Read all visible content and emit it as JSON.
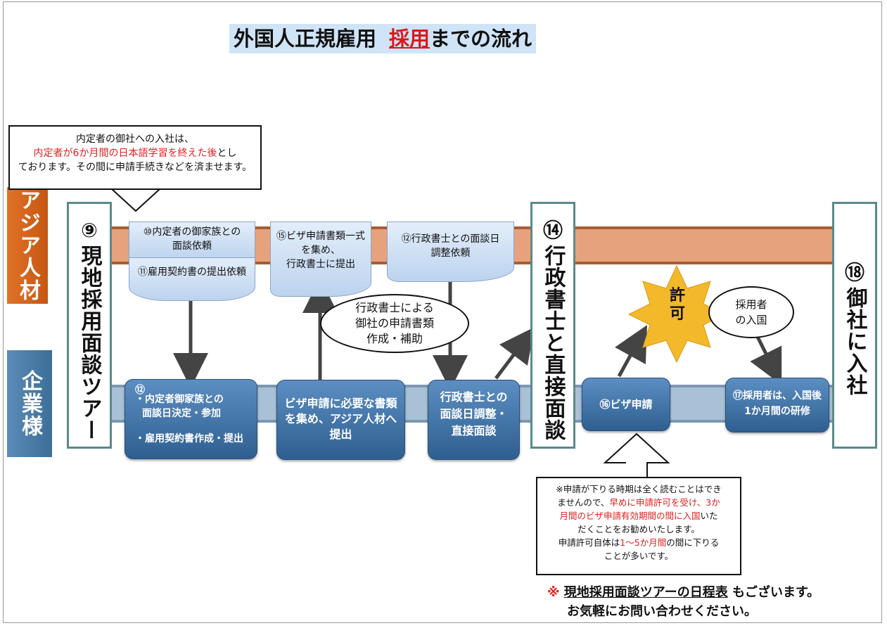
{
  "title": {
    "main": "外国人正規雇用",
    "highlight": "採用",
    "rest": "までの流れ"
  },
  "lanes": {
    "asia": "アジア人材",
    "company": "企業様"
  },
  "top_callout": {
    "line1": "内定者の御社への入社は、",
    "line2_red": "内定者が6か月間の日本語学習を終えた後",
    "line2_rest": "とし",
    "line3": "ております。その間に申請手続きなどを済ませます。"
  },
  "columns": {
    "c9": {
      "num": "⑨",
      "text": "現地採用面談ツアー"
    },
    "c14": {
      "num": "⑭",
      "text": "行政書士と直接面談"
    },
    "c18": {
      "num": "⑱",
      "text": "御社に入社"
    }
  },
  "docs": {
    "d10_l1": "⑩内定者の御家族との",
    "d10_l2": "面談依頼",
    "d11": "⑪雇用契約書の提出依頼",
    "d15_l1": "⑮ビザ申請書類一式",
    "d15_l2": "を集め、",
    "d15_l3": "行政書士に提出",
    "d12_l1": "⑫行政書士との面談日",
    "d12_l2": "調整依頼"
  },
  "pills": {
    "p12_num": "⑫",
    "p12_l1": "・内定者御家族との",
    "p12_l2": "面談日決定・参加",
    "p12_l3": "・雇用契約書作成・提出",
    "visa_l1": "ビザ申請に必要な書類",
    "visa_l2": "を集め、アジア人材へ",
    "visa_l3": "提出",
    "gyosei_l1": "行政書士との",
    "gyosei_l2": "面談日調整・",
    "gyosei_l3": "直接面談",
    "p16": "⑯ビザ申請",
    "p17_l1": "⑰採用者は、入国後",
    "p17_l2": "1か月間の研修"
  },
  "ellipses": {
    "gyosei_l1": "行政書士による",
    "gyosei_l2": "御社の申請書類",
    "gyosei_l3": "作成・補助",
    "entry_l1": "採用者",
    "entry_l2": "の入国"
  },
  "star": {
    "l1": "許",
    "l2": "可"
  },
  "bottom_callout": {
    "l1": "※申請が下りる時期は全く読むことはでき",
    "l2a": "ませんので、",
    "l2_red": "早めに申請許可を受け、3か",
    "l3_red": "月間のビザ申請有効期間の間に入国",
    "l3b": "いた",
    "l4": "だくことをお勧めいたします。",
    "l5a": "申請許可自体は",
    "l5_red": "1～5か月間",
    "l5b": "の間に下りる",
    "l6": "ことが多いです。"
  },
  "footer": {
    "mark": "※",
    "link": "現地採用面談ツアーの日程表",
    "l1_rest": "もございます。",
    "l2": "お気軽にお問い合わせください。"
  },
  "colors": {
    "asia_orange": "#d9661c",
    "company_blue": "#4a7daa",
    "pill_blue": "#3f6f9f",
    "star_yellow": "#f3b92b",
    "red_text": "#e02020"
  }
}
